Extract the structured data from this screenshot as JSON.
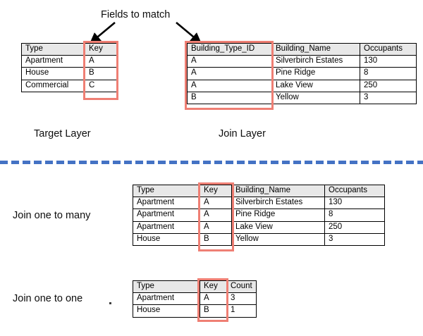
{
  "annotations": {
    "fields_to_match": "Fields to match",
    "target_layer": "Target Layer",
    "join_layer": "Join Layer",
    "join_one_to_many": "Join one to many",
    "join_one_to_one": "Join one to one"
  },
  "colors": {
    "highlight": "#ef7f74",
    "divider": "#4472c4",
    "header_fill": "#e8e8e8",
    "border": "#000000",
    "arrow": "#000000",
    "text": "#0d0d0d"
  },
  "tables": {
    "target_layer": {
      "name": "Target Layer",
      "headers": [
        "Type",
        "Key"
      ],
      "rows": [
        [
          "Apartment",
          "A"
        ],
        [
          "House",
          "B"
        ],
        [
          "Commercial",
          "C"
        ]
      ],
      "highlight_column": "Key"
    },
    "join_layer": {
      "name": "Join Layer",
      "headers": [
        "Building_Type_ID",
        "Building_Name",
        "Occupants"
      ],
      "rows": [
        [
          "A",
          "Silverbirch Estates",
          "130"
        ],
        [
          "A",
          "Pine Ridge",
          "8"
        ],
        [
          "A",
          "Lake View",
          "250"
        ],
        [
          "B",
          "Yellow",
          "3"
        ]
      ],
      "highlight_column": "Building_Type_ID"
    },
    "one_to_many": {
      "name": "Join one to many",
      "headers": [
        "Type",
        "Key",
        "Building_Name",
        "Occupants"
      ],
      "rows": [
        [
          "Apartment",
          "A",
          "Silverbirch Estates",
          "130"
        ],
        [
          "Apartment",
          "A",
          "Pine Ridge",
          "8"
        ],
        [
          "Apartment",
          "A",
          "Lake View",
          "250"
        ],
        [
          "House",
          "B",
          "Yellow",
          "3"
        ]
      ],
      "highlight_column": "Key"
    },
    "one_to_one": {
      "name": "Join one to one",
      "headers": [
        "Type",
        "Key",
        "Count"
      ],
      "rows": [
        [
          "Apartment",
          "A",
          "3"
        ],
        [
          "House",
          "B",
          "1"
        ]
      ],
      "highlight_column": "Key"
    }
  }
}
